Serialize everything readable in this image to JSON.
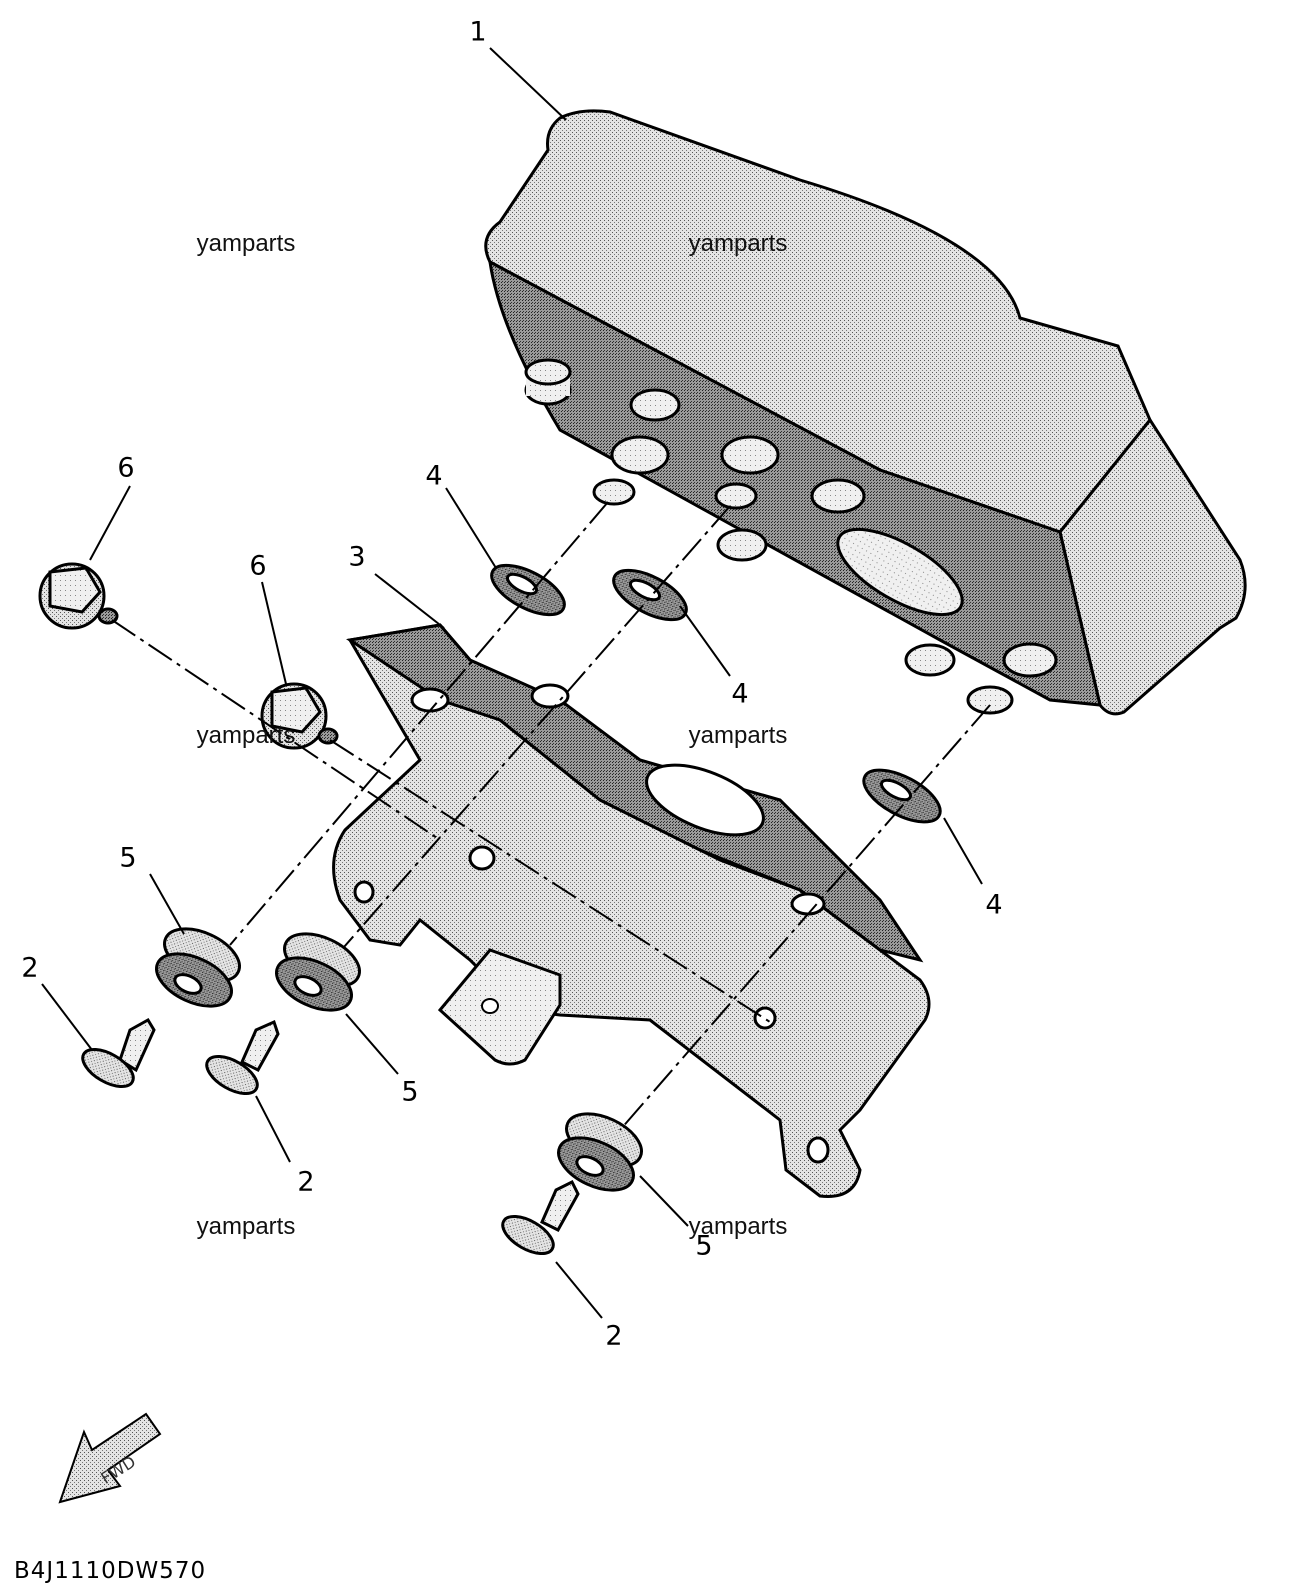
{
  "diagram": {
    "drawing_code": "B4J1110DW570",
    "fwd_label": "FWD",
    "watermark": "yamparts",
    "callouts": [
      "1",
      "2",
      "3",
      "4",
      "5",
      "6"
    ],
    "parts": [
      {
        "ref": "1",
        "name": "meter assembly"
      },
      {
        "ref": "2",
        "name": "bolt"
      },
      {
        "ref": "3",
        "name": "meter bracket"
      },
      {
        "ref": "4",
        "name": "washer"
      },
      {
        "ref": "5",
        "name": "grommet"
      },
      {
        "ref": "6",
        "name": "bolt"
      }
    ]
  }
}
